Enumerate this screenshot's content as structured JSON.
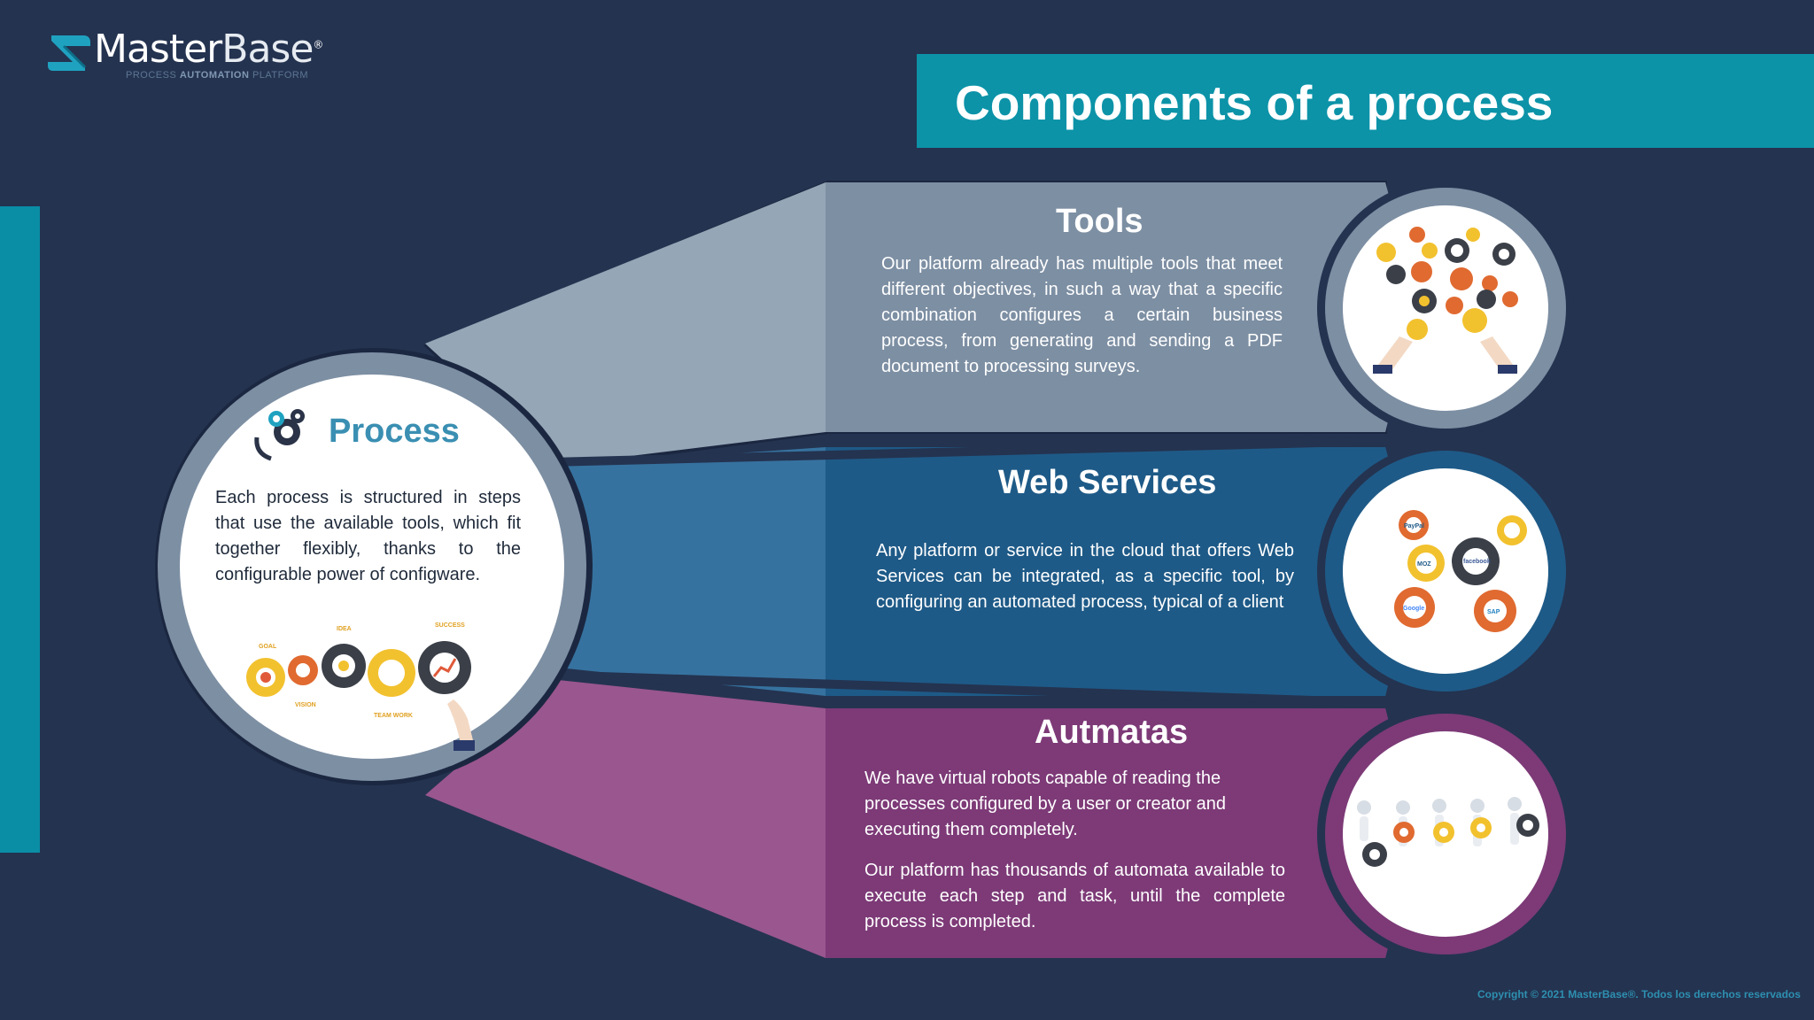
{
  "logo": {
    "name_part1": "Master",
    "name_part2": "Base",
    "reg_mark": "®",
    "tagline_pre": "PROCESS ",
    "tagline_bold": "AUTOMATION",
    "tagline_post": " PLATFORM"
  },
  "title": "Components of a process",
  "process": {
    "title": "Process",
    "text": "Each process is structured in steps that use the available tools, which fit together flexibly, thanks to the configurable power of configware.",
    "illustration_labels": [
      "GOAL",
      "IDEA",
      "SUCCESS",
      "VISION",
      "TEAM WORK"
    ]
  },
  "sections": [
    {
      "id": "tools",
      "title": "Tools",
      "text": "Our platform already has multiple tools that meet different objectives, in such a way that a specific combination configures a certain business process, from generating and sending a PDF document to processing surveys."
    },
    {
      "id": "web-services",
      "title": "Web Services",
      "text": "Any platform or service in the cloud that offers Web Services can be integrated, as a specific tool, by configuring an automated process, typical of a client",
      "icon_labels": [
        "PayPal",
        "MOZ",
        "facebook",
        "Google",
        "SAP"
      ]
    },
    {
      "id": "automatas",
      "title": "Autmatas",
      "text1": "We have virtual robots capable of reading the processes configured by a user or creator and executing them completely.",
      "text2": "Our platform has thousands of automata available to execute each step and task, until the complete process is completed."
    }
  ],
  "copyright": "Copyright © 2021 MasterBase®. Todos los derechos reservados",
  "colors": {
    "background": "#243350",
    "accent": "#0c93a8",
    "tools": "#7d8fa3",
    "web_services": "#1e5a87",
    "automatas": "#7d3a77",
    "process_title": "#3a8fb2"
  }
}
